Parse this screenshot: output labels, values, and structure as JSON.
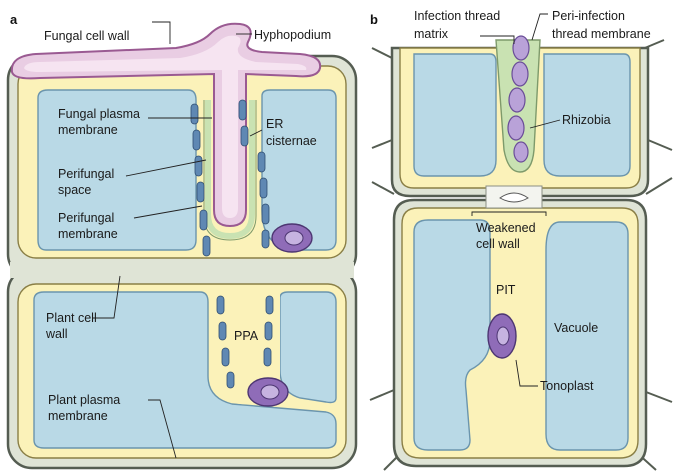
{
  "panels": {
    "a": "a",
    "b": "b"
  },
  "labels_a": {
    "fungal_cell_wall": "Fungal cell wall",
    "hyphopodium": "Hyphopodium",
    "fungal_plasma_membrane_1": "Fungal plasma",
    "fungal_plasma_membrane_2": "membrane",
    "er_cisternae_1": "ER",
    "er_cisternae_2": "cisternae",
    "perifungal_space_1": "Perifungal",
    "perifungal_space_2": "space",
    "perifungal_membrane_1": "Perifungal",
    "perifungal_membrane_2": "membrane",
    "plant_cell_wall_1": "Plant cell",
    "plant_cell_wall_2": "wall",
    "ppa": "PPA",
    "plant_plasma_membrane_1": "Plant plasma",
    "plant_plasma_membrane_2": "membrane"
  },
  "labels_b": {
    "infection_thread_matrix_1": "Infection thread",
    "infection_thread_matrix_2": "matrix",
    "peri_infection_membrane_1": "Peri-infection",
    "peri_infection_membrane_2": "thread membrane",
    "rhizobia": "Rhizobia",
    "weakened_cell_wall_1": "Weakened",
    "weakened_cell_wall_2": "cell wall",
    "pit": "PIT",
    "vacuole": "Vacuole",
    "tonoplast": "Tonoplast"
  },
  "colors": {
    "cell_wall": "#dfe4d6",
    "cell_wall_outline": "#555d52",
    "cytoplasm": "#fbf2b9",
    "vacuole": "#b9d9e6",
    "vacuole_outline": "#6b95ad",
    "er": "#5f88b3",
    "fungal_wall": "#e9cde3",
    "fungal_wall_outline": "#9a5a92",
    "perifungal_space": "#c9e2b2",
    "nucleus": "#8f6cb8",
    "nucleus_inner": "#c6b3e0",
    "rhizobia": "#b9a2d8"
  }
}
